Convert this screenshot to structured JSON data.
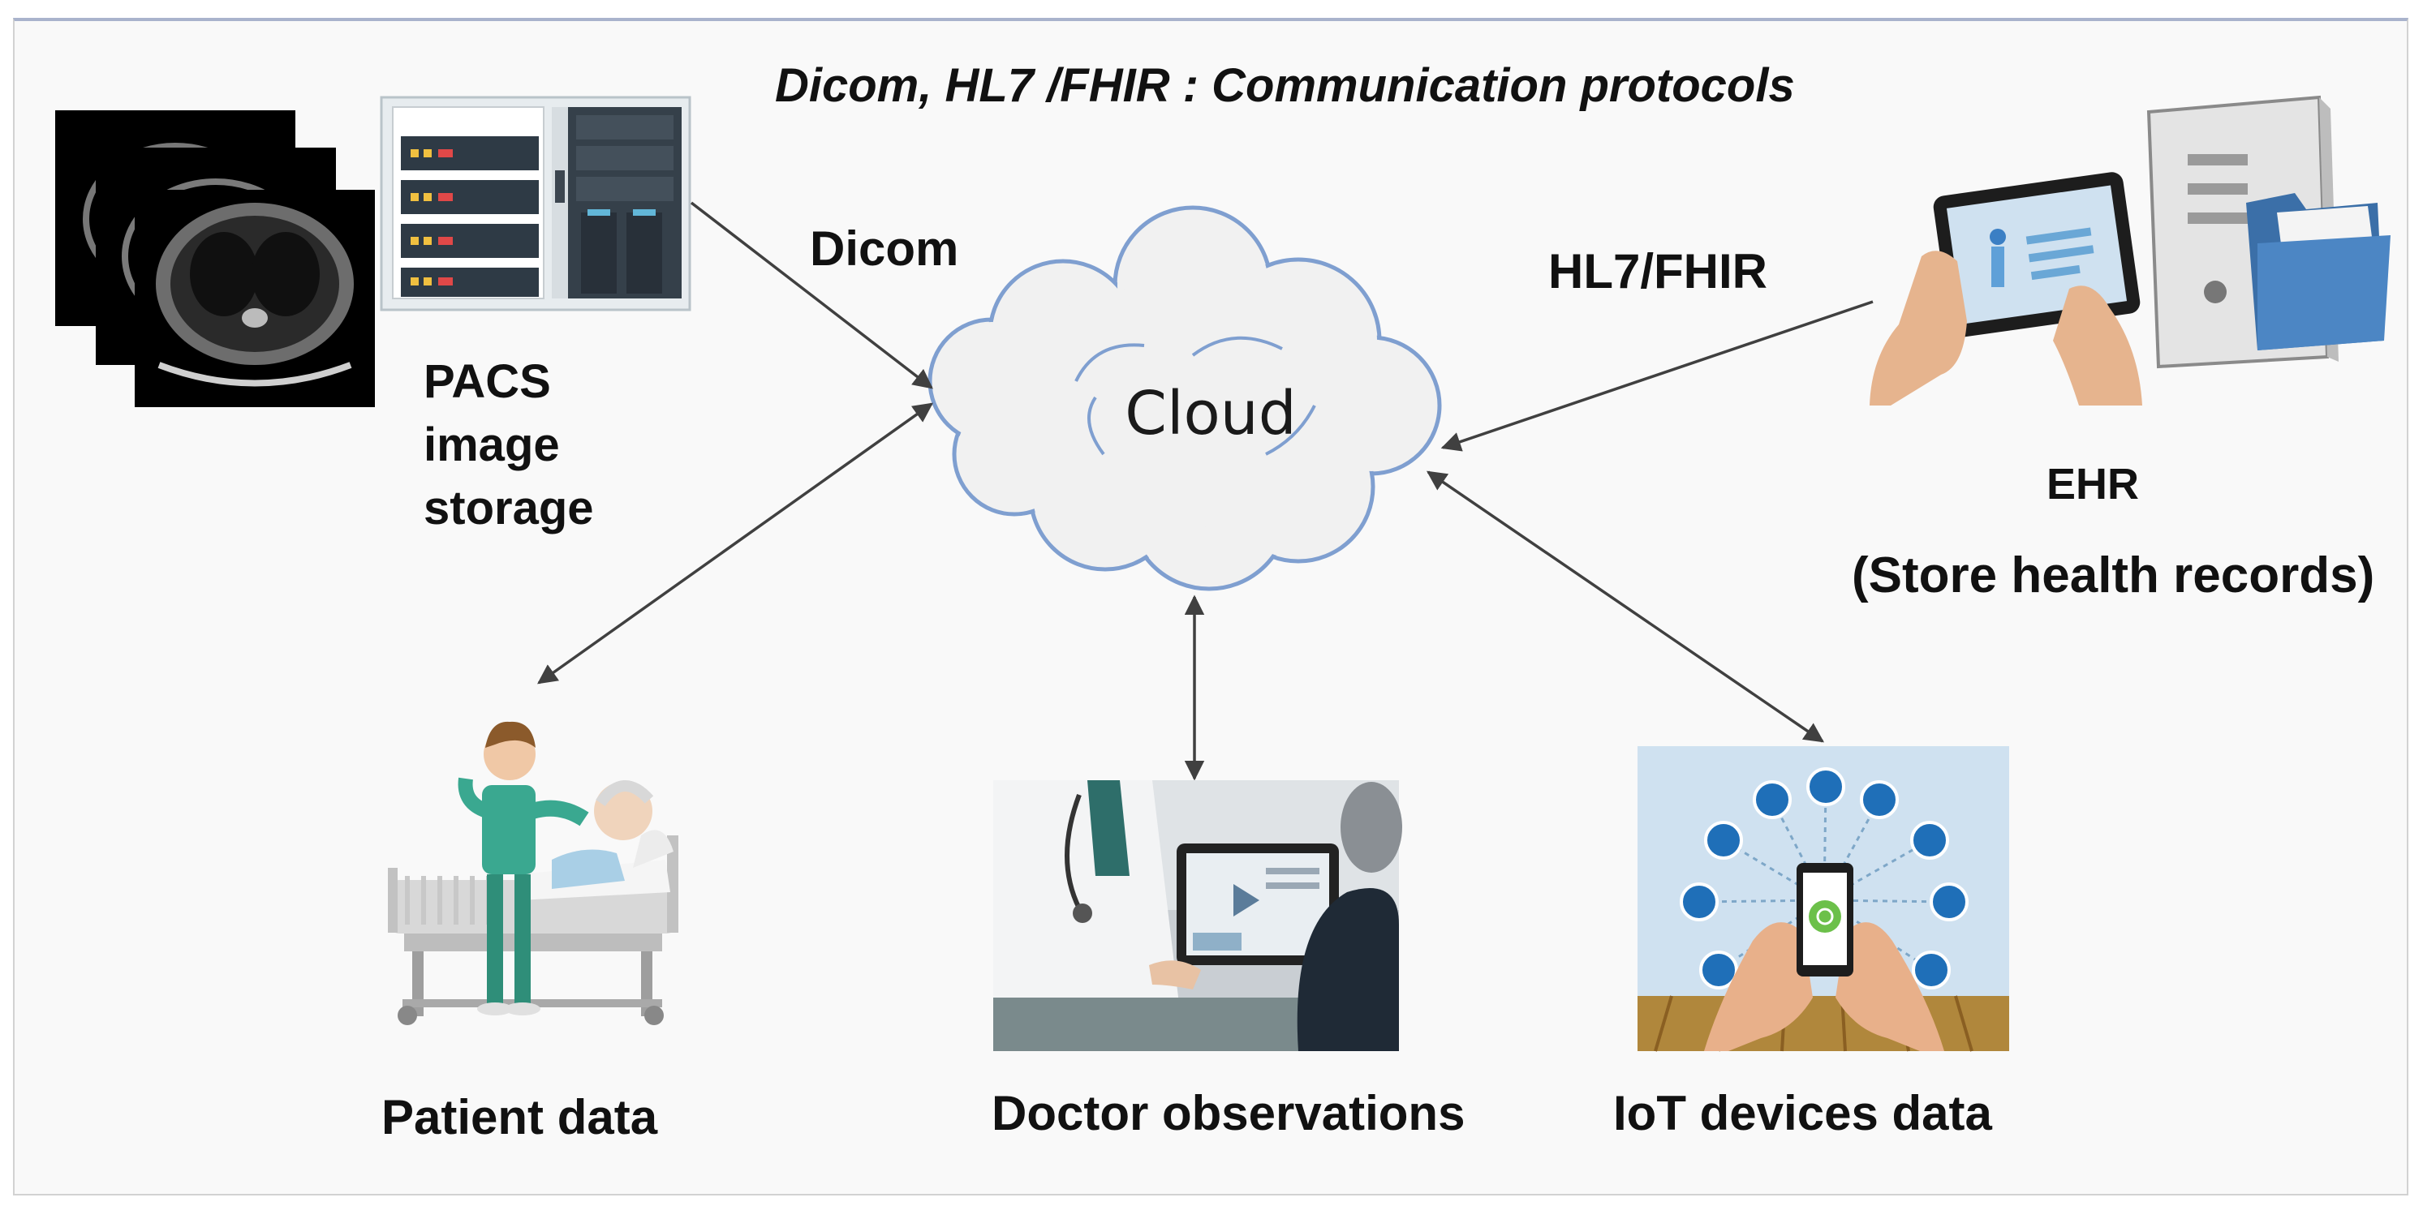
{
  "title": "Dicom, HL7 /FHIR : Communication protocols",
  "cloud_label": "Cloud",
  "edges": {
    "dicom": "Dicom",
    "hl7": "HL7/FHIR"
  },
  "nodes": {
    "pacs": "PACS\nimage\nstorage",
    "ehr": "EHR",
    "ehr_sub": "(Store health records)",
    "patient": "Patient data",
    "doctor": "Doctor observations",
    "iot": "IoT devices data"
  },
  "colors": {
    "cloud_fill": "#f1f1f1",
    "cloud_stroke": "#7f9fd0",
    "arrow": "#404040",
    "monitor_bg": "#cfe1f0",
    "server_body": "#e6e6e6",
    "folder": "#3b6fa8",
    "scrub": "#3aa890"
  }
}
